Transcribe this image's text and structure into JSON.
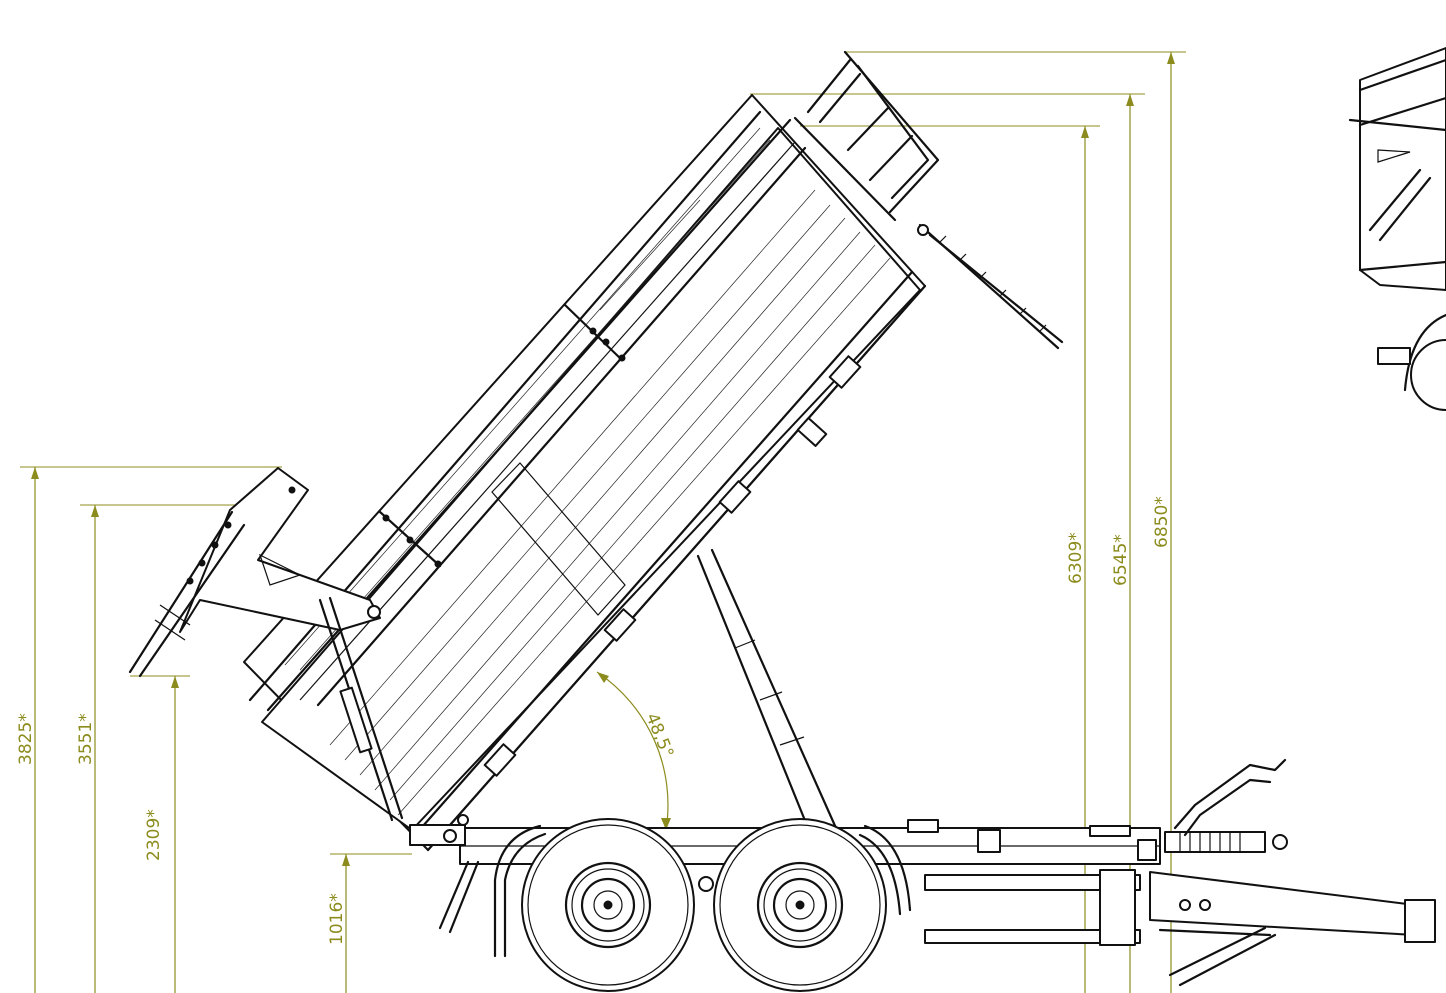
{
  "dimensions": {
    "total_height_front_raised": "6850*",
    "height_tailgate_top": "6545*",
    "height_box_top": "6309*",
    "rear_flap_top": "3825*",
    "rear_flap_middle": "3551*",
    "rear_flap_bottom": "2309*",
    "rear_box_edge": "1016*",
    "tipping_angle": "48,5°"
  },
  "colors": {
    "dimension": "#8c8c1e",
    "ink": "#111111",
    "background": "#ffffff"
  }
}
